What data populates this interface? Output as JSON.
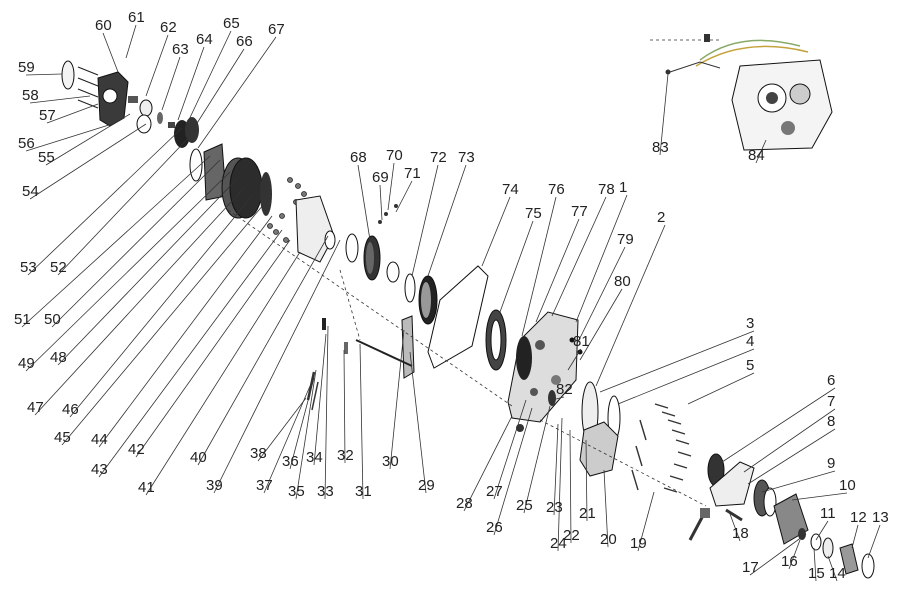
{
  "parts": [
    {
      "id": "1",
      "label": "1"
    },
    {
      "id": "2",
      "label": "2"
    },
    {
      "id": "3",
      "label": "3"
    },
    {
      "id": "4",
      "label": "4"
    },
    {
      "id": "5",
      "label": "5"
    },
    {
      "id": "6",
      "label": "6"
    },
    {
      "id": "7",
      "label": "7"
    },
    {
      "id": "8",
      "label": "8"
    },
    {
      "id": "9",
      "label": "9"
    },
    {
      "id": "10",
      "label": "10"
    },
    {
      "id": "11",
      "label": "11"
    },
    {
      "id": "12",
      "label": "12"
    },
    {
      "id": "13",
      "label": "13"
    },
    {
      "id": "14",
      "label": "14"
    },
    {
      "id": "15",
      "label": "15"
    },
    {
      "id": "16",
      "label": "16"
    },
    {
      "id": "17",
      "label": "17"
    },
    {
      "id": "18",
      "label": "18"
    },
    {
      "id": "19",
      "label": "19"
    },
    {
      "id": "20",
      "label": "20"
    },
    {
      "id": "21",
      "label": "21"
    },
    {
      "id": "22",
      "label": "22"
    },
    {
      "id": "23",
      "label": "23"
    },
    {
      "id": "24",
      "label": "24"
    },
    {
      "id": "25",
      "label": "25"
    },
    {
      "id": "26",
      "label": "26"
    },
    {
      "id": "27",
      "label": "27"
    },
    {
      "id": "28",
      "label": "28"
    },
    {
      "id": "29",
      "label": "29"
    },
    {
      "id": "30",
      "label": "30"
    },
    {
      "id": "31",
      "label": "31"
    },
    {
      "id": "32",
      "label": "32"
    },
    {
      "id": "33",
      "label": "33"
    },
    {
      "id": "34",
      "label": "34"
    },
    {
      "id": "35",
      "label": "35"
    },
    {
      "id": "36",
      "label": "36"
    },
    {
      "id": "37",
      "label": "37"
    },
    {
      "id": "38",
      "label": "38"
    },
    {
      "id": "39",
      "label": "39"
    },
    {
      "id": "40",
      "label": "40"
    },
    {
      "id": "41",
      "label": "41"
    },
    {
      "id": "42",
      "label": "42"
    },
    {
      "id": "43",
      "label": "43"
    },
    {
      "id": "44",
      "label": "44"
    },
    {
      "id": "45",
      "label": "45"
    },
    {
      "id": "46",
      "label": "46"
    },
    {
      "id": "47",
      "label": "47"
    },
    {
      "id": "48",
      "label": "48"
    },
    {
      "id": "49",
      "label": "49"
    },
    {
      "id": "50",
      "label": "50"
    },
    {
      "id": "51",
      "label": "51"
    },
    {
      "id": "52",
      "label": "52"
    },
    {
      "id": "53",
      "label": "53"
    },
    {
      "id": "54",
      "label": "54"
    },
    {
      "id": "55",
      "label": "55"
    },
    {
      "id": "56",
      "label": "56"
    },
    {
      "id": "57",
      "label": "57"
    },
    {
      "id": "58",
      "label": "58"
    },
    {
      "id": "59",
      "label": "59"
    },
    {
      "id": "60",
      "label": "60"
    },
    {
      "id": "61",
      "label": "61"
    },
    {
      "id": "62",
      "label": "62"
    },
    {
      "id": "63",
      "label": "63"
    },
    {
      "id": "64",
      "label": "64"
    },
    {
      "id": "65",
      "label": "65"
    },
    {
      "id": "66",
      "label": "66"
    },
    {
      "id": "67",
      "label": "67"
    },
    {
      "id": "68",
      "label": "68"
    },
    {
      "id": "69",
      "label": "69"
    },
    {
      "id": "70",
      "label": "70"
    },
    {
      "id": "71",
      "label": "71"
    },
    {
      "id": "72",
      "label": "72"
    },
    {
      "id": "73",
      "label": "73"
    },
    {
      "id": "74",
      "label": "74"
    },
    {
      "id": "75",
      "label": "75"
    },
    {
      "id": "76",
      "label": "76"
    },
    {
      "id": "77",
      "label": "77"
    },
    {
      "id": "78",
      "label": "78"
    },
    {
      "id": "79",
      "label": "79"
    },
    {
      "id": "80",
      "label": "80"
    },
    {
      "id": "81",
      "label": "81"
    },
    {
      "id": "82",
      "label": "82"
    },
    {
      "id": "83",
      "label": "83"
    },
    {
      "id": "84",
      "label": "84"
    }
  ],
  "colors": {
    "line": "#333333",
    "part": "#1a1a1a",
    "text": "#222222",
    "background": "#ffffff"
  }
}
